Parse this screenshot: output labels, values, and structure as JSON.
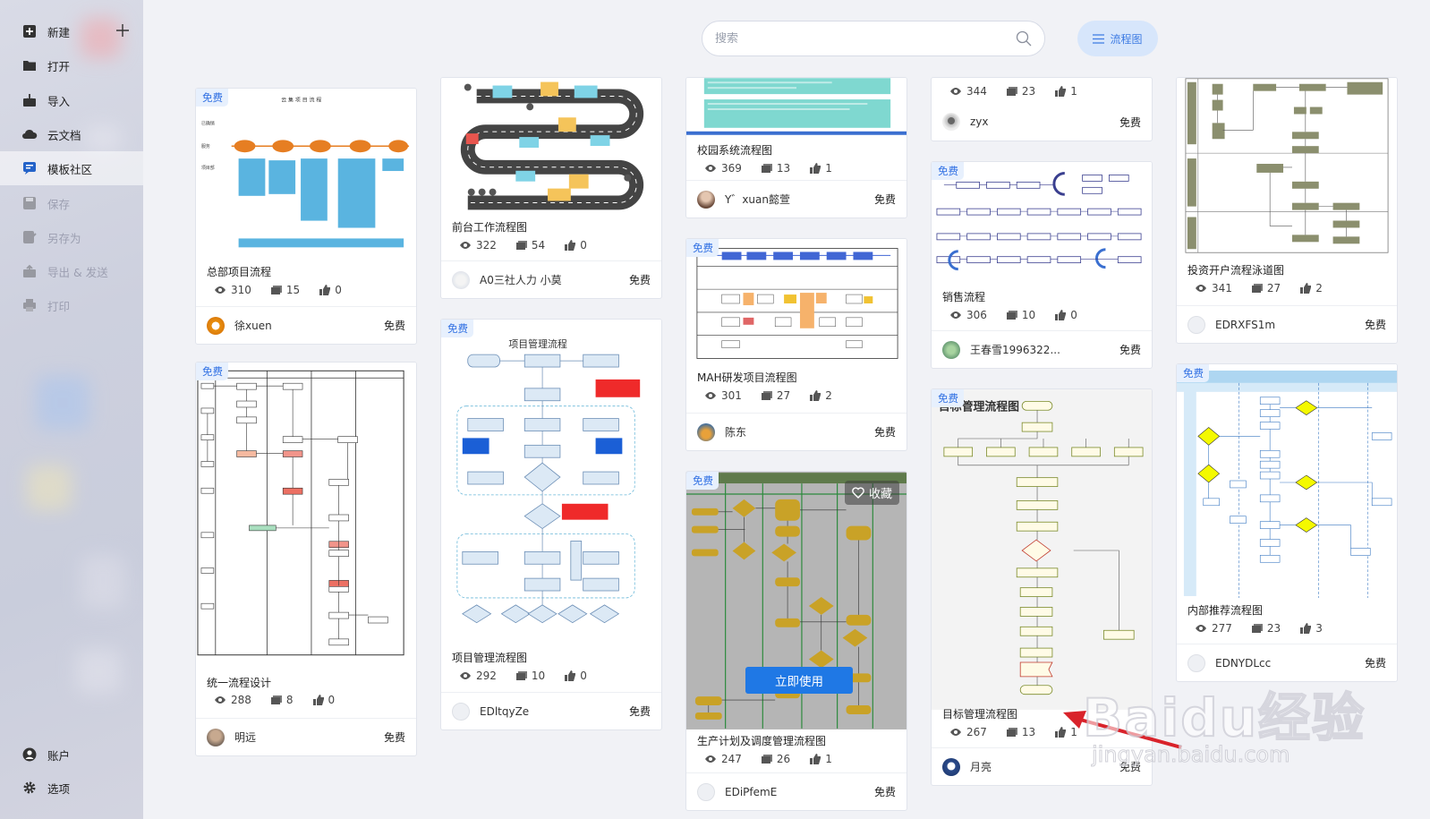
{
  "sidebar": {
    "items": [
      {
        "label": "新建",
        "icon": "new-file-icon",
        "state": "normal"
      },
      {
        "label": "打开",
        "icon": "folder-icon",
        "state": "normal"
      },
      {
        "label": "导入",
        "icon": "import-icon",
        "state": "normal"
      },
      {
        "label": "云文档",
        "icon": "cloud-icon",
        "state": "normal"
      },
      {
        "label": "模板社区",
        "icon": "template-community-icon",
        "state": "active"
      },
      {
        "label": "保存",
        "icon": "save-icon",
        "state": "disabled"
      },
      {
        "label": "另存为",
        "icon": "save-as-icon",
        "state": "disabled"
      },
      {
        "label": "导出 & 发送",
        "icon": "export-icon",
        "state": "disabled"
      },
      {
        "label": "打印",
        "icon": "print-icon",
        "state": "disabled"
      }
    ],
    "bottom_items": [
      {
        "label": "账户",
        "icon": "account-icon"
      },
      {
        "label": "选项",
        "icon": "settings-icon"
      }
    ]
  },
  "search": {
    "placeholder": "搜索"
  },
  "filter": {
    "label": "流程图"
  },
  "free_tag": "免费",
  "overlay": {
    "favorite_label": "收藏",
    "use_label": "立即使用"
  },
  "cards": [
    {
      "title": "总部项目流程",
      "views": "310",
      "comments": "15",
      "likes": "0",
      "author": "徐xuen",
      "price": "免费",
      "free_tag": true
    },
    {
      "title": "统一流程设计",
      "views": "288",
      "comments": "8",
      "likes": "0",
      "author": "明远",
      "price": "免费",
      "free_tag": true
    },
    {
      "title": "前台工作流程图",
      "views": "322",
      "comments": "54",
      "likes": "0",
      "author": "A0三社人力 小莫",
      "price": "免费",
      "free_tag": false
    },
    {
      "title": "项目管理流程图",
      "views": "292",
      "comments": "10",
      "likes": "0",
      "author": "EDltqyZe",
      "price": "免费",
      "free_tag": true,
      "thumb_title": "项目管理流程"
    },
    {
      "title": "校园系统流程图",
      "views": "369",
      "comments": "13",
      "likes": "1",
      "author": "Y゛xuan懿萱",
      "price": "免费",
      "free_tag": false
    },
    {
      "title": "MAH研发项目流程图",
      "views": "301",
      "comments": "27",
      "likes": "2",
      "author": "陈东",
      "price": "免费",
      "free_tag": true
    },
    {
      "title": "生产计划及调度管理流程图",
      "views": "247",
      "comments": "26",
      "likes": "1",
      "author": "EDiPfemE",
      "price": "免费",
      "free_tag": true
    },
    {
      "title": "",
      "views": "344",
      "comments": "23",
      "likes": "1",
      "author": "zyx",
      "price": "免费",
      "free_tag": false
    },
    {
      "title": "销售流程",
      "views": "306",
      "comments": "10",
      "likes": "0",
      "author": "王春雪1996322...",
      "price": "免费",
      "free_tag": true
    },
    {
      "title": "目标管理流程图",
      "views": "267",
      "comments": "13",
      "likes": "1",
      "author": "月亮",
      "price": "免费",
      "free_tag": true,
      "thumb_title": "目标管理流程图"
    },
    {
      "title": "投资开户流程泳道图",
      "views": "341",
      "comments": "27",
      "likes": "2",
      "author": "EDRXFS1m",
      "price": "免费",
      "free_tag": false
    },
    {
      "title": "内部推荐流程图",
      "views": "277",
      "comments": "23",
      "likes": "3",
      "author": "EDNYDLcc",
      "price": "免费",
      "free_tag": true
    }
  ],
  "watermark": {
    "brand": "Baidu经验",
    "url": "jingyan.baidu.com"
  },
  "colors": {
    "accent": "#1f78e5",
    "free_tag_text": "#2f6fe3",
    "free_tag_bg": "#e7f0fd",
    "sidebar_bg": "#cfd2df",
    "annotation_arrow": "#d9232b"
  }
}
